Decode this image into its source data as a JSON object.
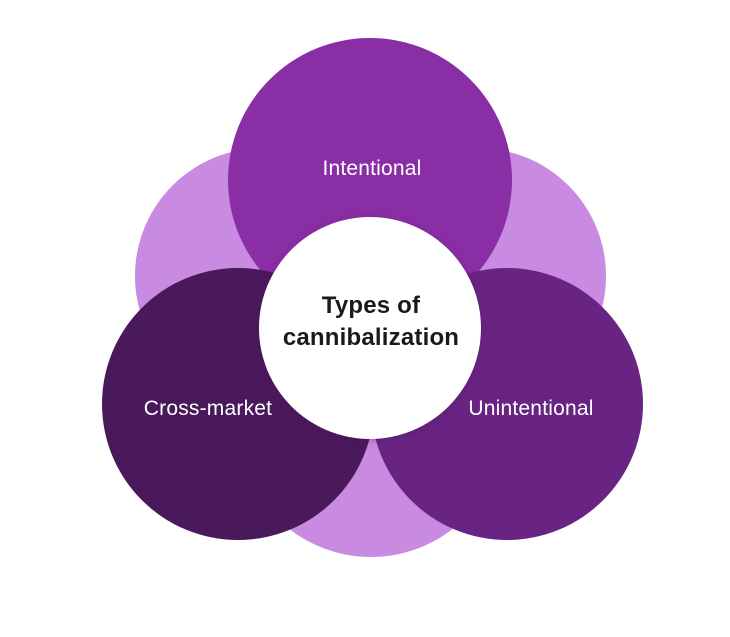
{
  "diagram": {
    "title_lines": [
      "Types of",
      "cannibalization"
    ],
    "labels": {
      "top": "Intentional",
      "left": "Cross-market",
      "right": "Unintentional"
    },
    "colors": {
      "background": "#FFFFFF",
      "halo_blob": "#C98BE1",
      "top_circle": "#8A2EA6",
      "left_circle": "#4A195C",
      "right_circle": "#692483",
      "center_circle": "#FFFFFF",
      "title_text": "#1A1A1A",
      "label_text": "#FFFFFF"
    }
  }
}
